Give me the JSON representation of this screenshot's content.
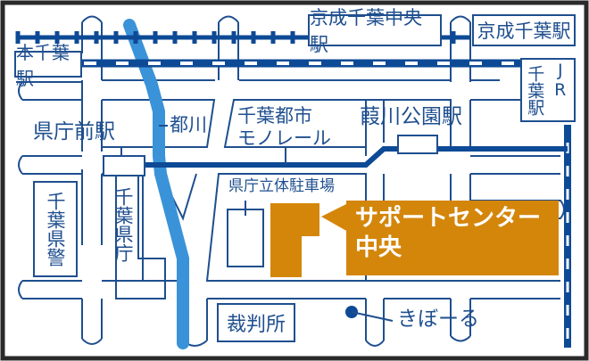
{
  "map": {
    "colors": {
      "road_outline": "#1f4f8f",
      "rail": "#0d4a96",
      "river": "#3a93d8",
      "highlight": "#d4860b",
      "frame": "#2a2a2a",
      "background": "#ffffff"
    },
    "stations": {
      "hon_chiba": "本千葉駅",
      "keisei_chiba_chuo": "京成千葉中央駅",
      "keisei_chiba": "京成千葉駅",
      "jr_chiba_kanji": "千葉駅",
      "jr_chiba_jr": "JR",
      "kencho_mae": "県庁前駅",
      "yoshikawa_koen": "葭川公園駅"
    },
    "landmarks": {
      "miyako_river": "都川",
      "monorail": [
        "千葉都市",
        "モノレール"
      ],
      "prefectural_parking": "県庁立体駐車場",
      "prefectural_police": "千葉県警",
      "prefectural_office": "千葉県庁",
      "court": "裁判所",
      "kibo_ru": "きぼーる"
    },
    "highlight": {
      "line1": "サポートセンター",
      "line2": "中央"
    }
  }
}
